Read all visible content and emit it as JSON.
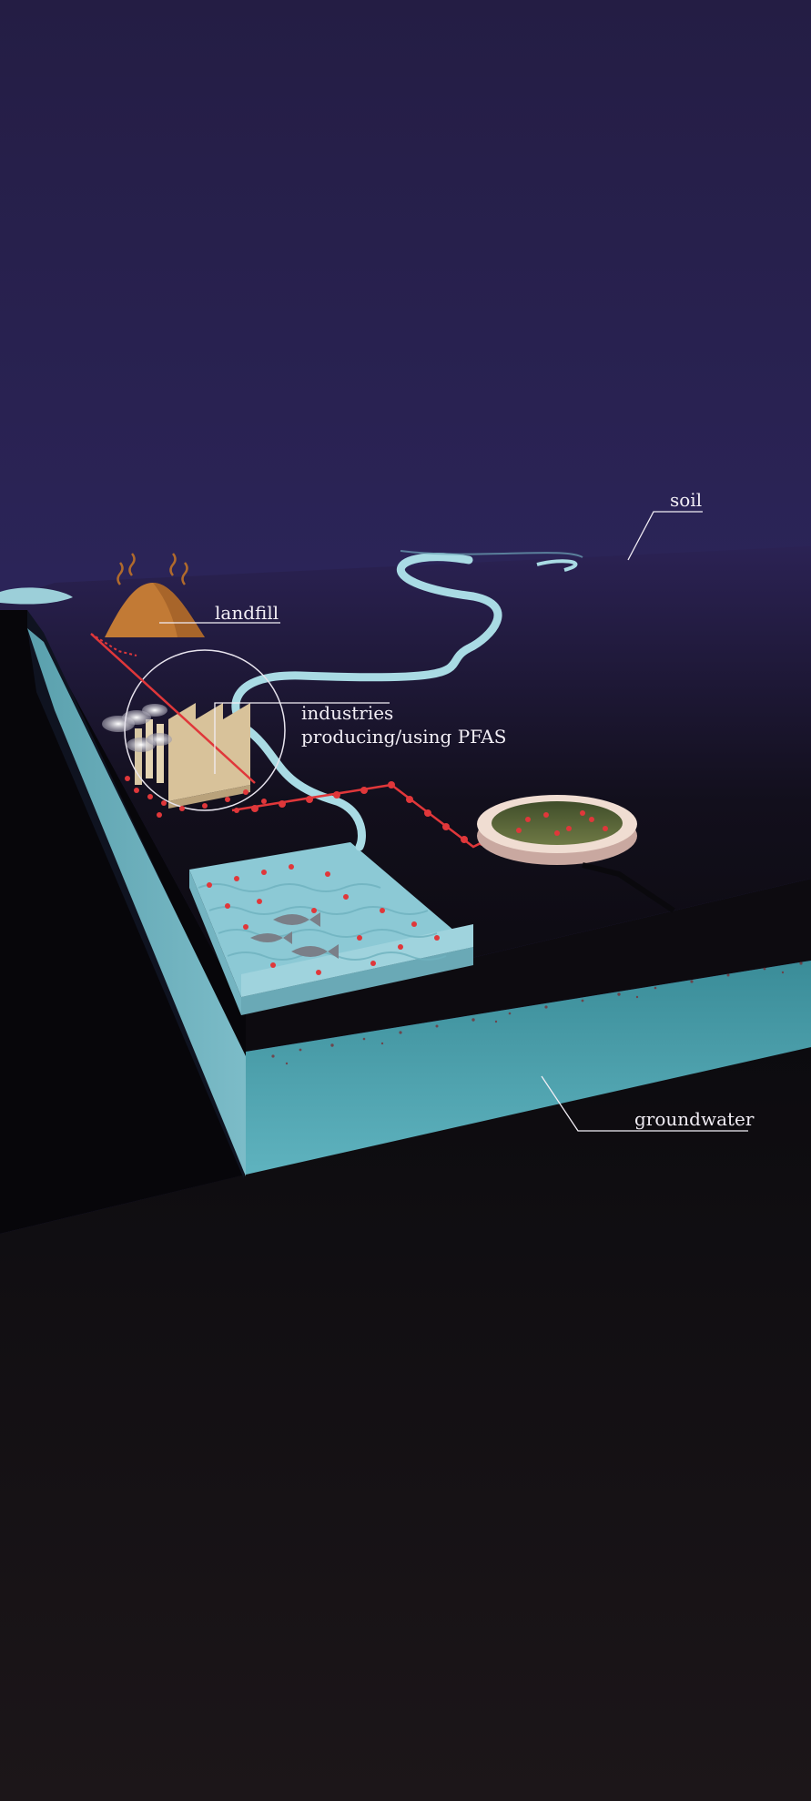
{
  "labels": {
    "soil": "soil",
    "landfill": "landfill",
    "industries_line1": "industries",
    "industries_line2": "producing/using PFAS",
    "groundwater": "groundwater"
  },
  "colors": {
    "sky_top": "#271f48",
    "sky_mid": "#302862",
    "ground_dark": "#100d12",
    "water": "#8ccad6",
    "groundwater": "#4a9aa6",
    "landfill": "#c27a35",
    "factory": "#d8c29a",
    "pfas_particles": "#e0373a",
    "label_text": "#f2eef5"
  },
  "icons": [
    "landfill-mound",
    "factory-icon",
    "fish-icon",
    "treatment-basin",
    "river",
    "pfas-particle"
  ]
}
